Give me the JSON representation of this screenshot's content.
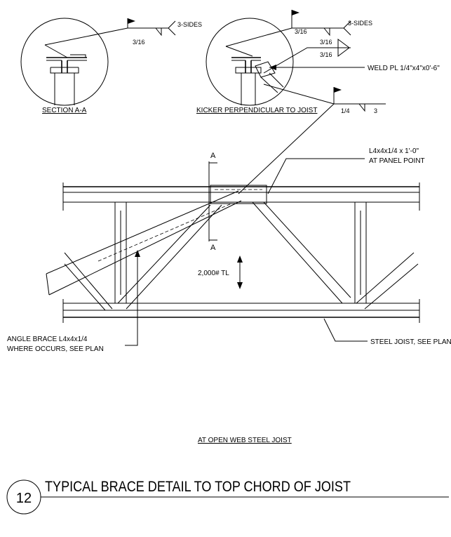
{
  "drawing": {
    "detail_number": "12",
    "title": "TYPICAL BRACE DETAIL TO TOP CHORD OF JOIST",
    "subtitle": "AT OPEN WEB STEEL JOIST",
    "section_aa_label": "SECTION A-A",
    "kicker_label": "KICKER PERPENDICULAR TO JOIST",
    "weld_size_a": "3/16",
    "weld_sides_a": "3-SIDES",
    "weld_size_b": "3/16",
    "weld_sides_b": "3-SIDES",
    "weld_pair_top": "3/16",
    "weld_pair_bottom": "3/16",
    "weld_plate": "WELD PL 1/4\"x4\"x0'-6\"",
    "kicker_weld_size": "1/4",
    "kicker_weld_length": "3",
    "angle_clip_line1": "L4x4x1/4 x 1'-0\"",
    "angle_clip_line2": "AT PANEL POINT",
    "section_cut_mark_top": "A",
    "section_cut_mark_bottom": "A",
    "load_label": "2,000# TL",
    "angle_brace_line1": "ANGLE BRACE L4x4x1/4",
    "angle_brace_line2": "WHERE OCCURS, SEE PLAN",
    "steel_joist_label": "STEEL JOIST, SEE PLAN"
  }
}
